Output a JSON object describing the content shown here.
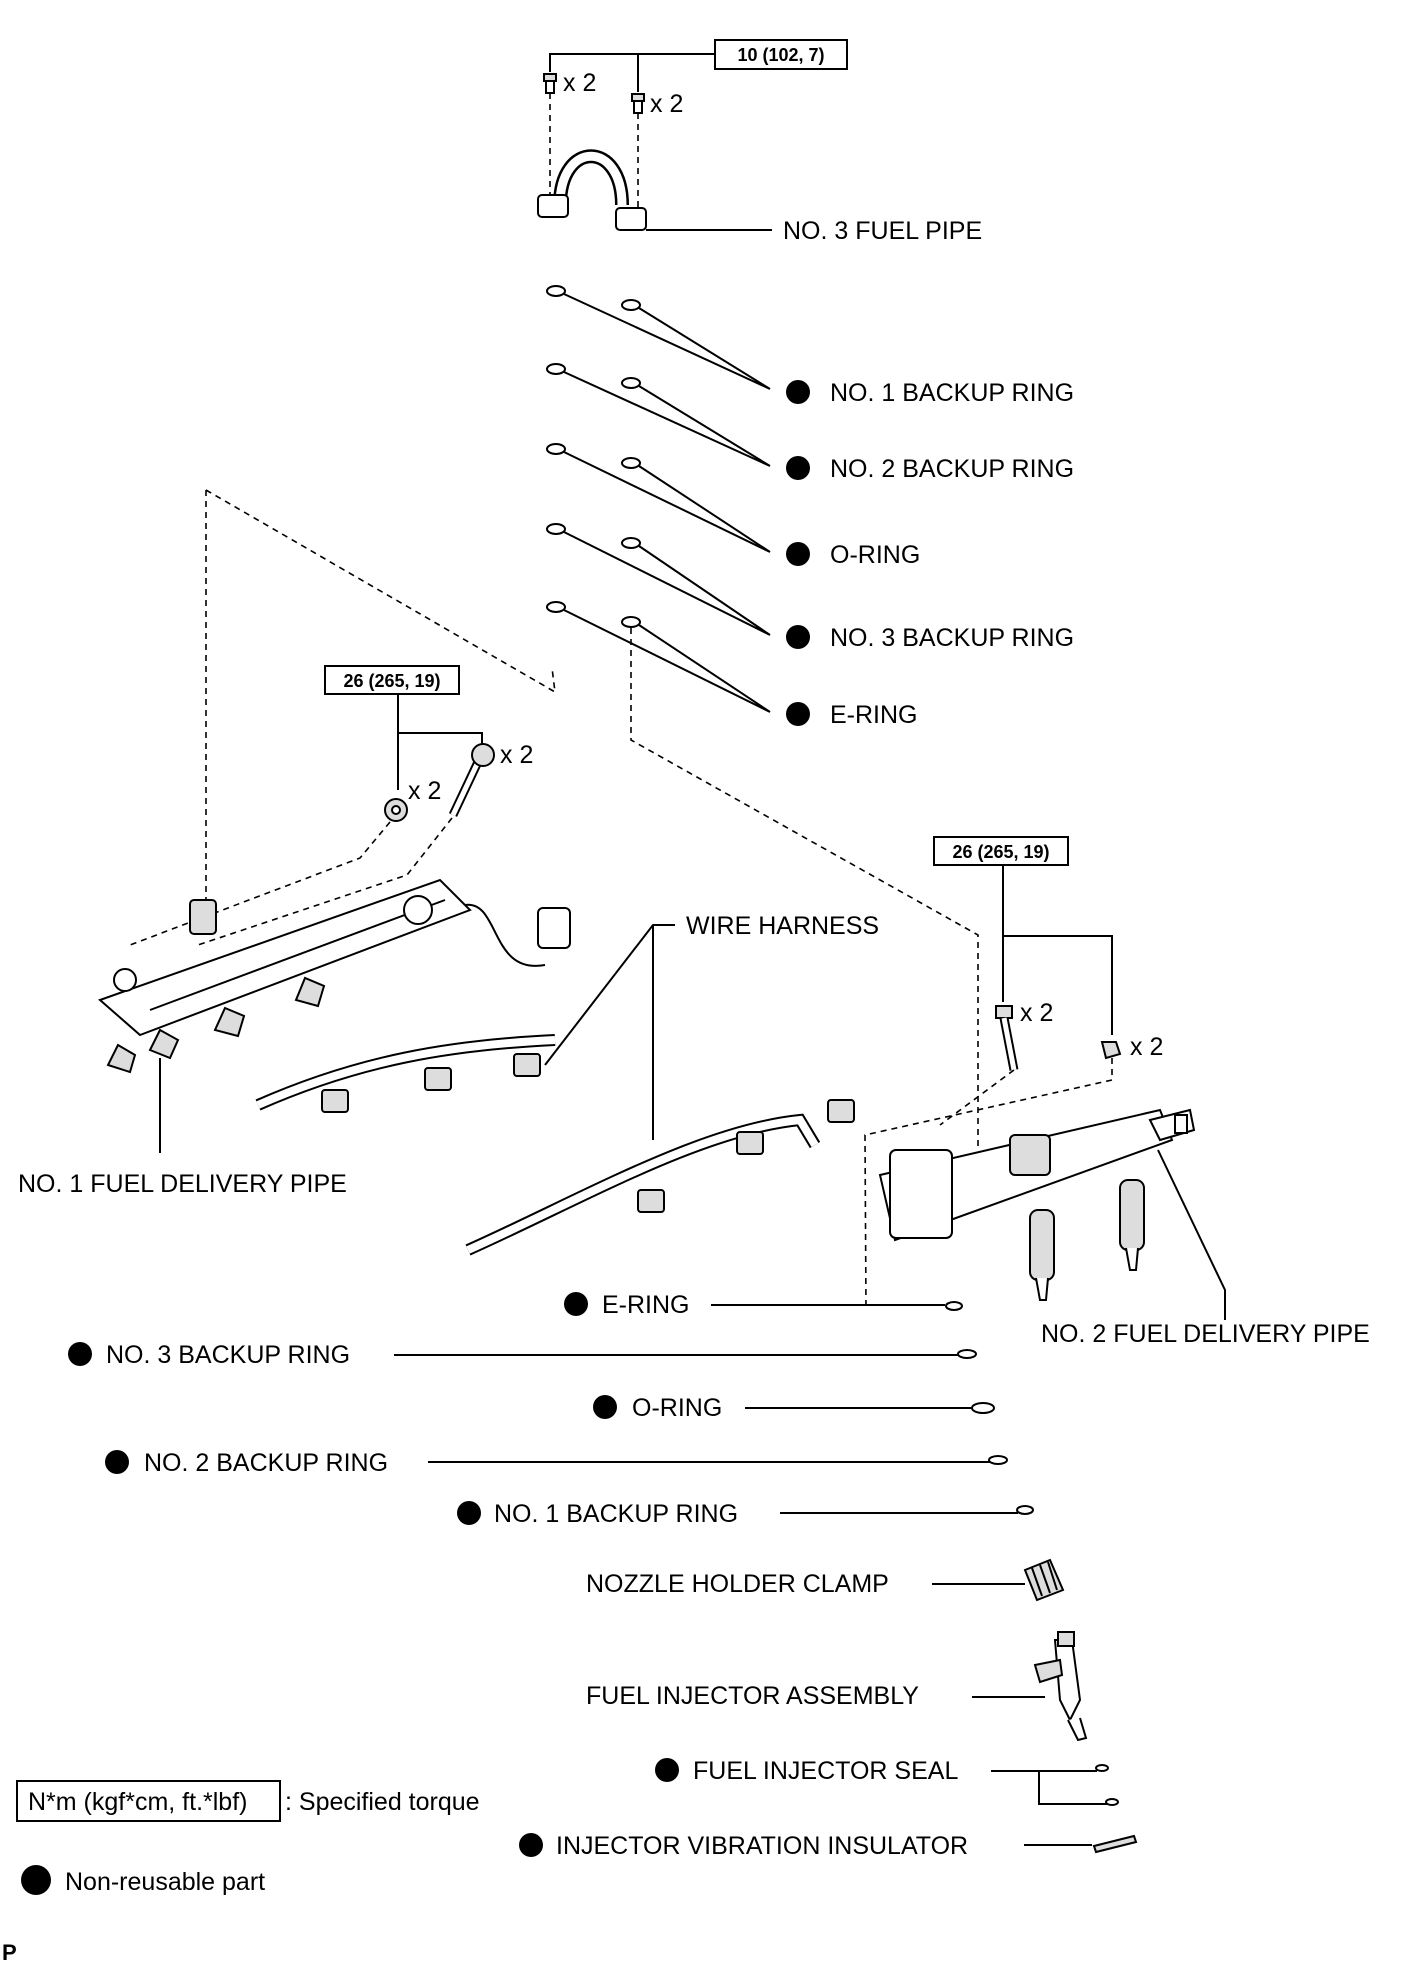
{
  "torque_specs": {
    "fuel_pipe_bolts": "10 (102, 7)",
    "left_delivery_pipe": "26 (265, 19)",
    "right_delivery_pipe": "26 (265, 19)"
  },
  "quantities": {
    "qty_x2": "x 2"
  },
  "labels": {
    "no3_fuel_pipe": "NO. 3 FUEL PIPE",
    "upper_no1_backup_ring": "NO. 1 BACKUP RING",
    "upper_no2_backup_ring": "NO. 2 BACKUP RING",
    "upper_o_ring": "O-RING",
    "upper_no3_backup_ring": "NO. 3 BACKUP RING",
    "upper_e_ring": "E-RING",
    "wire_harness": "WIRE HARNESS",
    "no1_fuel_delivery_pipe": "NO. 1 FUEL DELIVERY PIPE",
    "no2_fuel_delivery_pipe": "NO. 2 FUEL DELIVERY PIPE",
    "lower_e_ring": "E-RING",
    "lower_no3_backup_ring": "NO. 3 BACKUP RING",
    "lower_o_ring": "O-RING",
    "lower_no2_backup_ring": "NO. 2 BACKUP RING",
    "lower_no1_backup_ring": "NO. 1 BACKUP RING",
    "nozzle_holder_clamp": "NOZZLE HOLDER CLAMP",
    "fuel_injector_assembly": "FUEL INJECTOR ASSEMBLY",
    "fuel_injector_seal": "FUEL INJECTOR SEAL",
    "injector_vibration_insulator": "INJECTOR VIBRATION INSULATOR"
  },
  "legend": {
    "torque_unit_box": "N*m (kgf*cm, ft.*lbf)",
    "torque_desc": ": Specified torque",
    "non_reusable": "Non-reusable part"
  },
  "corner_letter": "P"
}
